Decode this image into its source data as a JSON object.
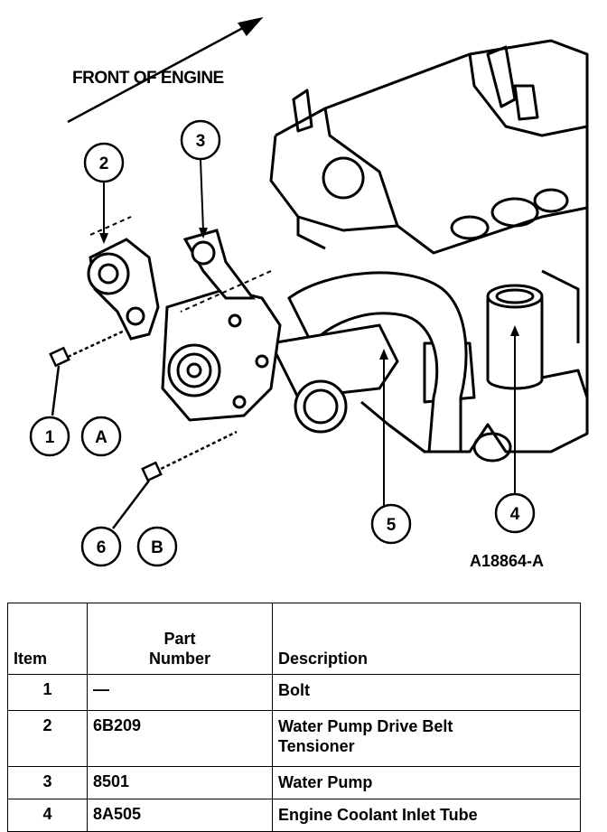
{
  "diagram": {
    "front_label": "FRONT OF ENGINE",
    "figure_id": "A18864-A",
    "callouts": [
      "1",
      "2",
      "3",
      "4",
      "5",
      "6"
    ],
    "letters": [
      "A",
      "B"
    ]
  },
  "table": {
    "headers": {
      "item": "Item",
      "part_line1": "Part",
      "part_line2": "Number",
      "description": "Description"
    },
    "rows": [
      {
        "item": "1",
        "part": "—",
        "description": "Bolt"
      },
      {
        "item": "2",
        "part": "6B209",
        "description": "Water Pump Drive Belt Tensioner"
      },
      {
        "item": "3",
        "part": "8501",
        "description": "Water Pump"
      },
      {
        "item": "4",
        "part": "8A505",
        "description": "Engine Coolant Inlet Tube"
      }
    ]
  }
}
